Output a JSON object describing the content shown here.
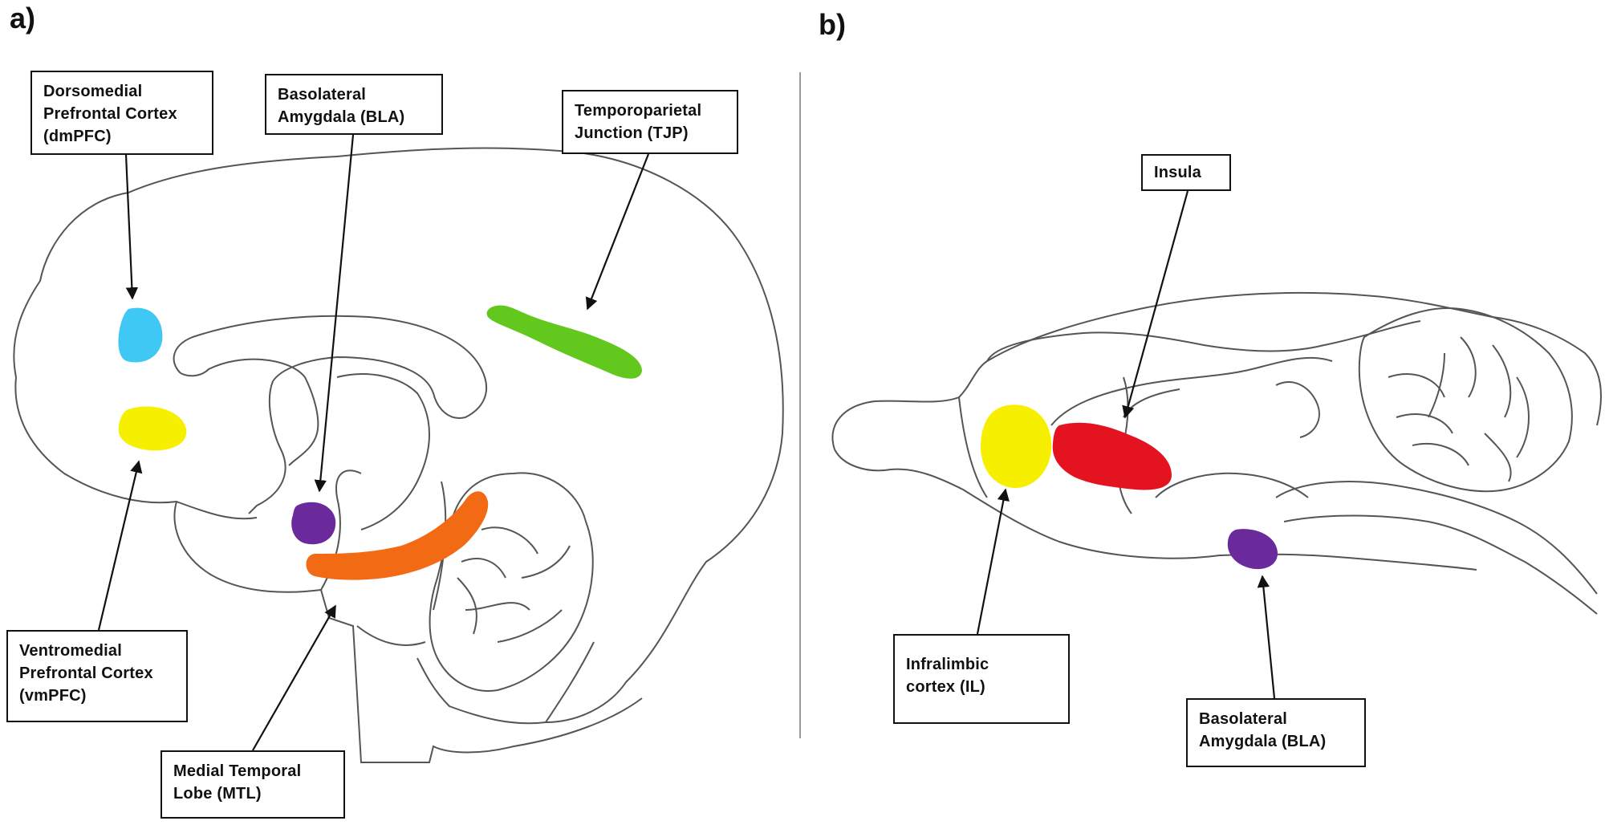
{
  "panels": {
    "a": {
      "letter": "a)",
      "labels": {
        "dmpfc": [
          "Dorsomedial",
          "Prefrontal Cortex",
          "(dmPFC)"
        ],
        "bla": [
          "Basolateral",
          "Amygdala (BLA)"
        ],
        "tjp": [
          "Temporoparietal",
          "Junction (TJP)"
        ],
        "vmpfc": [
          "Ventromedial",
          "Prefrontal Cortex",
          "(vmPFC)"
        ],
        "mtl": [
          "Medial Temporal",
          "Lobe (MTL)"
        ]
      }
    },
    "b": {
      "letter": "b)",
      "labels": {
        "insula": [
          "Insula"
        ],
        "il": [
          "Infralimbic",
          "cortex (IL)"
        ],
        "bla": [
          "Basolateral",
          "Amygdala (BLA)"
        ]
      }
    }
  },
  "region_colors": {
    "dmpfc": "#3ec8f3",
    "vmpfc": "#f7ef00",
    "tjp": "#63c81d",
    "bla": "#6a2a9b",
    "mtl": "#f26a13",
    "il": "#f7ef00",
    "insula": "#e3141f",
    "rat_bla": "#6a2a9b"
  }
}
